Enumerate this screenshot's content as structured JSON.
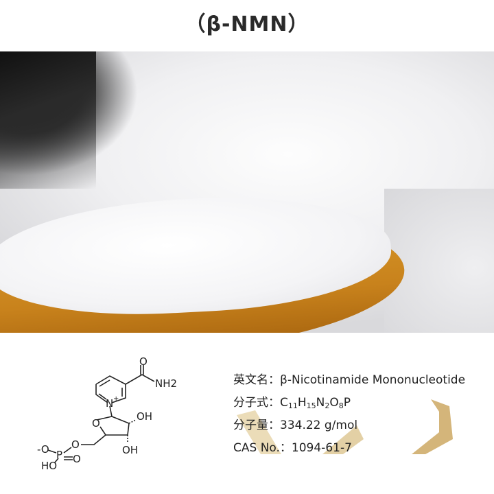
{
  "title": "（β-NMN）",
  "info": {
    "english_name_label": "英文名：",
    "english_name": "β-Nicotinamide Mononucleotide",
    "formula_label": "分子式：",
    "formula": {
      "c": "C",
      "c_n": "11",
      "h": "H",
      "h_n": "15",
      "n": "N",
      "n_n": "2",
      "o": "O",
      "o_n": "8",
      "p": "P"
    },
    "mw_label": "分子量：",
    "mw": "334.22 g/mol",
    "cas_label": "CAS No.：",
    "cas": "1094-61-7"
  },
  "structure_labels": {
    "carbonyl_o": "O",
    "amide": "NH2",
    "ring_n": "N",
    "plus": "+",
    "oh1": "OH",
    "ring_o": "O",
    "oh2": "OH",
    "ester_o": "O",
    "p": "P",
    "o_minus": "-O",
    "p_o": "O",
    "ho": "HO"
  },
  "colors": {
    "ribbon": "#d9bf86",
    "spoon": "#c8821c"
  }
}
